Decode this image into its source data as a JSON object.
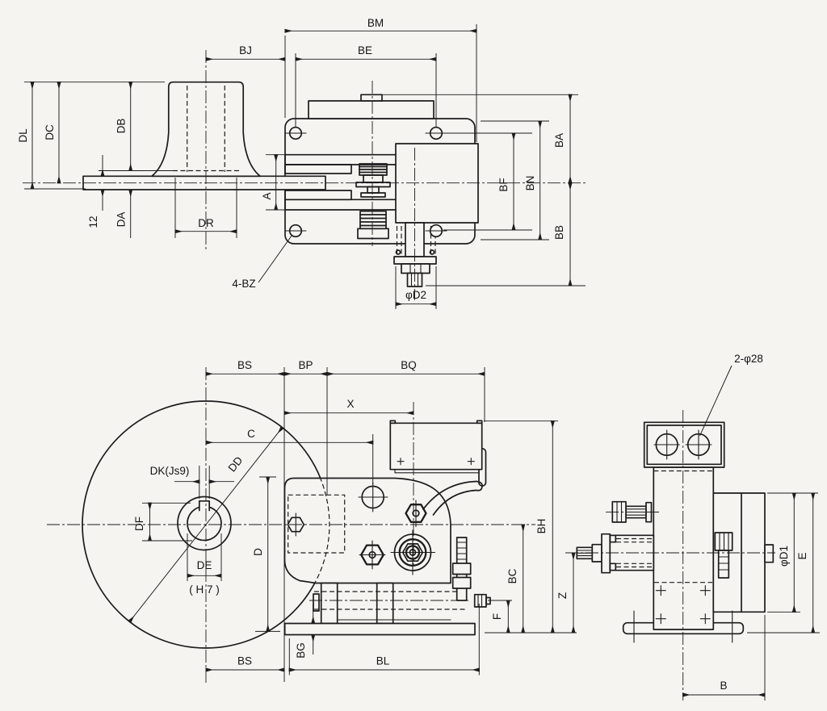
{
  "page": {
    "background": "#f5f4f1",
    "ink": "#1c1c1c",
    "type": "mechanical-dimension-drawing"
  },
  "d": {
    "top": {
      "bm": "BM",
      "be": "BE",
      "bj": "BJ",
      "dl": "DL",
      "dc": "DC",
      "db": "DB",
      "n12": "12",
      "da": "DA",
      "dr": "DR",
      "a": "A",
      "ba": "BA",
      "bf": "BF",
      "bn": "BN",
      "bb": "BB",
      "four_bz": "4-BZ",
      "phi_d2": "φD2"
    },
    "front": {
      "bs_top": "BS",
      "bp": "BP",
      "bq": "BQ",
      "x": "X",
      "c": "C",
      "dd": "DD",
      "dk_js9": "DK(Js9)",
      "df": "DF",
      "de": "DE",
      "h7": "( H 7 )",
      "dvert": "D",
      "bh": "BH",
      "bc": "BC",
      "f": "F",
      "bg": "BG",
      "bl": "BL",
      "bs_bottom": "BS"
    },
    "side": {
      "two_phi28": "2-φ28",
      "z": "Z",
      "phi_d1": "φD1",
      "e": "E",
      "b": "B"
    }
  }
}
